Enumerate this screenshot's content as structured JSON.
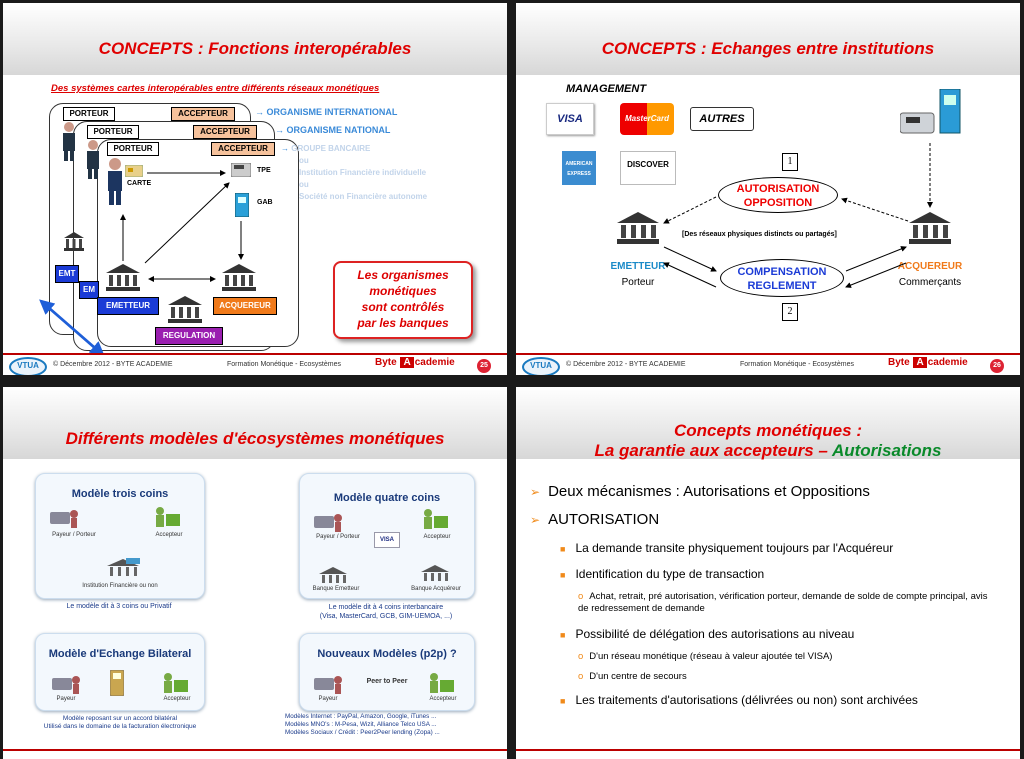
{
  "slide1": {
    "title": "CONCEPTS : Fonctions interopérables",
    "subtitle": "Des systèmes cartes interopérables entre différents réseaux monétiques",
    "porteur": "PORTEUR",
    "accepteur": "ACCEPTEUR",
    "org_international": "ORGANISME INTERNATIONAL",
    "org_national": "ORGANISME NATIONAL",
    "groupe_lines": [
      "GROUPE BANCAIRE",
      "ou",
      "Institution Financière individuelle",
      "ou",
      "Société non Financière autonome"
    ],
    "carte": "CARTE",
    "tpe": "TPE",
    "gab": "GAB",
    "emetteur": "EMETTEUR",
    "acquereur": "ACQUEREUR",
    "regulation": "REGULATION",
    "em_short": "EM",
    "emt_short": "EMT",
    "callout_lines": [
      "Les organismes",
      "monétiques",
      "sont contrôlés",
      "par les banques"
    ],
    "page": "25"
  },
  "slide2": {
    "title": "CONCEPTS : Echanges entre institutions",
    "management": "MANAGEMENT",
    "visa": "VISA",
    "mastercard": "MasterCard",
    "autres": "AUTRES",
    "amex": "AMERICAN EXPRESS",
    "discover": "DISCOVER",
    "num1": "1",
    "num2": "2",
    "autorisation": "AUTORISATION",
    "opposition": "OPPOSITION",
    "reseaux": "[Des réseaux physiques distincts ou partagés]",
    "emetteur": "EMETTEUR",
    "porteur": "Porteur",
    "compensation": "COMPENSATION",
    "reglement": "REGLEMENT",
    "acquereur": "ACQUEREUR",
    "commercants": "Commerçants",
    "page": "26"
  },
  "slide3": {
    "title": "Différents modèles d'écosystèmes monétiques",
    "m1_title": "Modèle trois coins",
    "m1_payeur": "Payeur / Porteur",
    "m1_accepteur": "Accepteur",
    "m1_inst": "Institution Financière ou non",
    "m1_cap": "Le modèle dit à 3 coins ou Privatif",
    "m2_title": "Modèle quatre coins",
    "m2_payeur": "Payeur / Porteur",
    "m2_accepteur": "Accepteur",
    "m2_bank_em": "Banque Emetteur",
    "m2_bank_acq": "Banque Acquéreur",
    "m2_cap1": "Le modèle dit à 4 coins interbancaire",
    "m2_cap2": "(Visa, MasterCard, GCB, GIM-UEMOA, ...)",
    "m3_title": "Modèle d'Echange Bilateral",
    "m3_payeur": "Payeur",
    "m3_accepteur": "Accepteur",
    "m3_cap1": "Modèle reposant sur un accord bilatéral",
    "m3_cap2": "Utilisé dans le domaine de la facturation électronique",
    "m4_title": "Nouveaux Modèles (p2p) ?",
    "m4_p2p": "Peer to Peer",
    "m4_payeur": "Payeur",
    "m4_accepteur": "Accepteur",
    "m4_cap1": "Modèles Internet :  PayPal, Amazon, Google, iTunes ...",
    "m4_cap2": "Modèles MNO's : M-Pesa, Wizit, Alliance Telco USA ...",
    "m4_cap3": "Modèles Sociaux / Crédit : Peer2Peer lending (Zopa) ..."
  },
  "slide4": {
    "title1": "Concepts monétiques :",
    "title2a": "La garantie aux accepteurs – ",
    "title2b": "Autorisations",
    "l1": "Deux mécanismes : Autorisations et Oppositions",
    "l2": "AUTORISATION",
    "l3": "La demande transite physiquement toujours par l'Acquéreur",
    "l4": "Identification du type de transaction",
    "l5": "Achat, retrait, pré autorisation, vérification porteur, demande de solde de compte principal, avis de redressement de demande",
    "l6": "Possibilité de délégation des autorisations au niveau",
    "l7": "D'un réseau monétique (réseau à valeur ajoutée tel VISA)",
    "l8": "D'un centre de secours",
    "l9": "Les traitements d'autorisations (délivrées ou non) sont archivées"
  },
  "footer": {
    "logo": "VTUA",
    "copyright": "© Décembre 2012 - BYTE ACADEMIE",
    "formation": "Formation Monétique - Ecosystèmes",
    "brand1": "Byte",
    "brand2": "A",
    "brand3": "cademie"
  },
  "colors": {
    "title_red": "#e00000",
    "emetteur_blue": "#1b3bd6",
    "acquereur_orange": "#f07a1a",
    "regulation_purple": "#9a1fb0",
    "accent_green": "#0a8a2a"
  }
}
